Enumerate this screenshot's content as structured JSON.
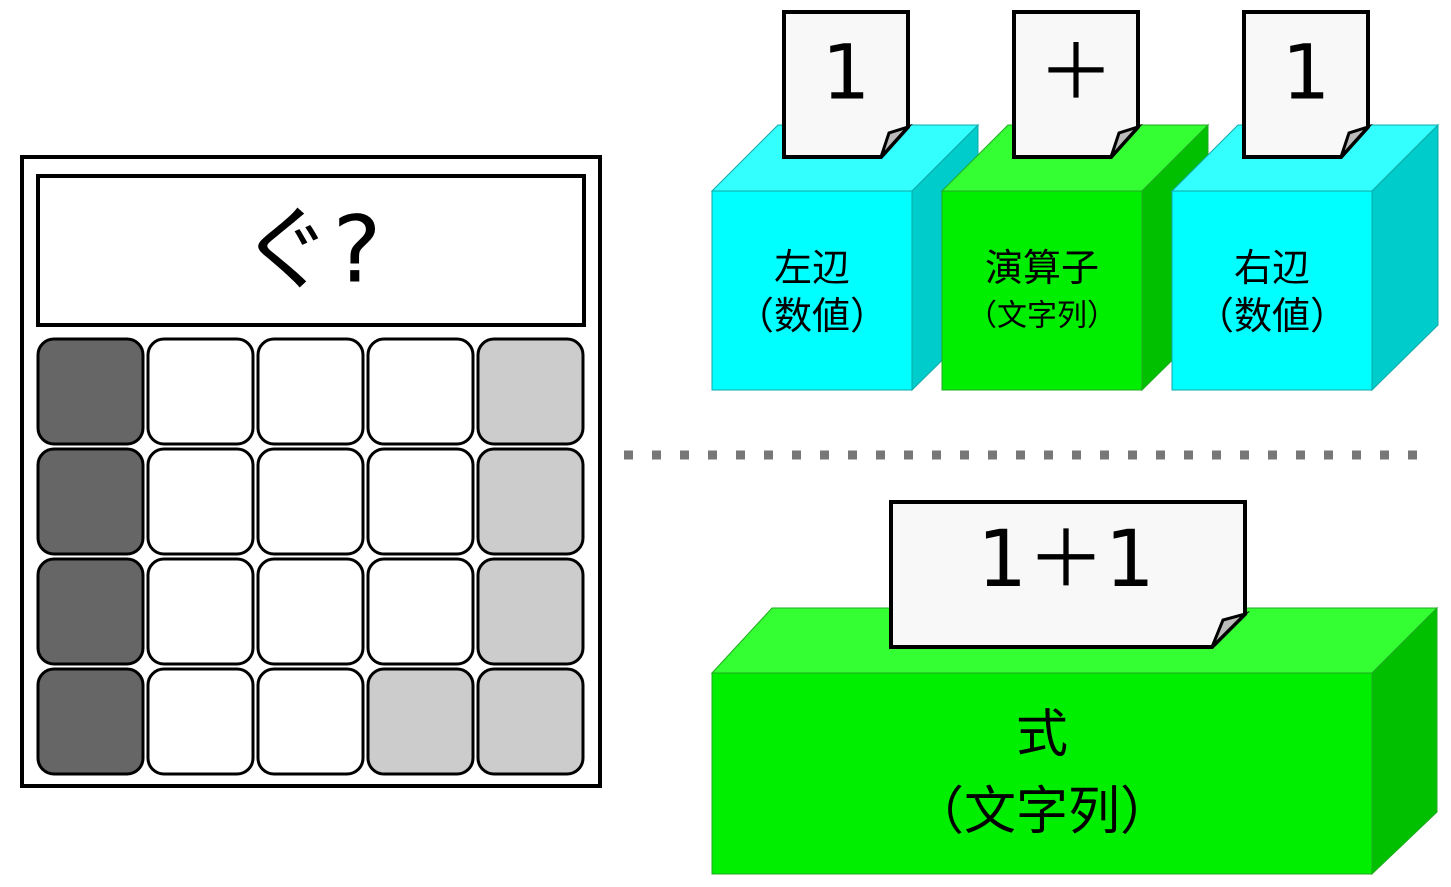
{
  "calculator": {
    "display_text": "ぐ?",
    "keys": [
      [
        "dark",
        "white",
        "white",
        "white",
        "light"
      ],
      [
        "dark",
        "white",
        "white",
        "white",
        "light"
      ],
      [
        "dark",
        "white",
        "white",
        "white",
        "light"
      ],
      [
        "dark",
        "white",
        "white",
        "light",
        "light"
      ]
    ]
  },
  "blocks": [
    {
      "card": "1",
      "label_line1": "左辺",
      "label_line2": "（数値）",
      "color": "cyan"
    },
    {
      "card": "＋",
      "label_line1": "演算子",
      "label_line2": "（文字列）",
      "color": "green"
    },
    {
      "card": "1",
      "label_line1": "右辺",
      "label_line2": "（数値）",
      "color": "cyan"
    }
  ],
  "expression": {
    "card": "1＋1",
    "label_line1": "式",
    "label_line2": "（文字列）"
  },
  "colors": {
    "cyan_front": "#00ffff",
    "cyan_top": "#33ffff",
    "cyan_side": "#00cccc",
    "green_front": "#00ee00",
    "green_top": "#33ff33",
    "green_side": "#00c000",
    "key_dark": "#666666",
    "key_light": "#cccccc",
    "key_white": "#ffffff",
    "card_fill": "#f8f8f8",
    "card_fold": "#bbbbbb",
    "divider": "#777777"
  }
}
